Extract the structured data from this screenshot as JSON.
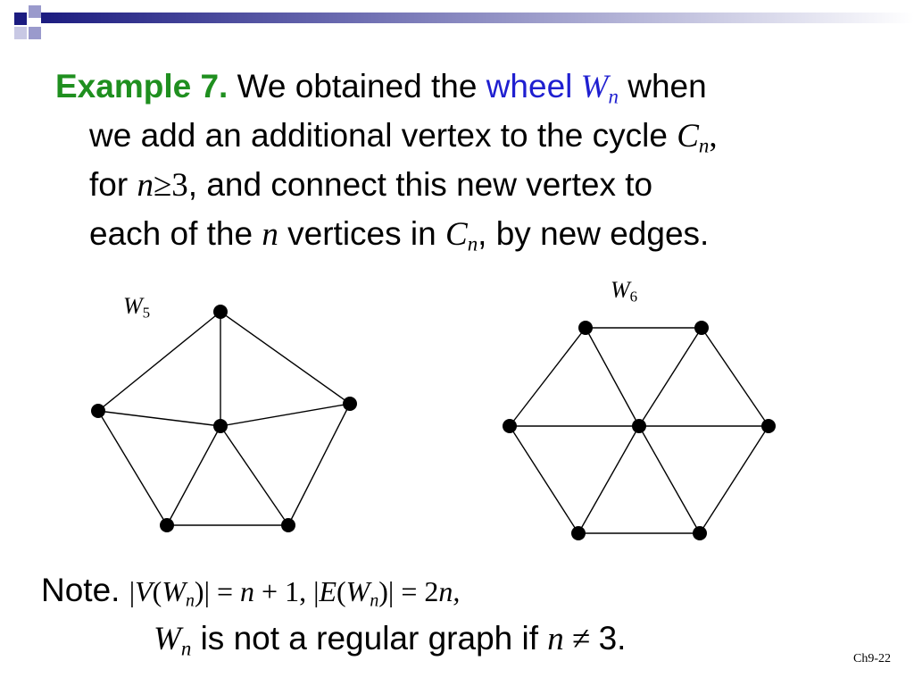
{
  "colors": {
    "green": "#1f8f1f",
    "blue": "#1f1fd0",
    "deco_dark": "#1c1c80",
    "deco_light": "#9a9acc"
  },
  "paragraph": {
    "example_label": "Example 7.",
    "t1": "We obtained the",
    "wheel_word": "wheel",
    "W": "W",
    "n": "n",
    "t2": "when",
    "t3": "we add an additional vertex to the cycle",
    "C": "C",
    "comma": ",",
    "t4": "for",
    "geq3": "≥3",
    "t5": ", and connect this new vertex to",
    "t6": "each of the",
    "t7": "vertices in",
    "t8": ", by new edges."
  },
  "graphs": {
    "w5_label_base": "W",
    "w5_label_sub": "5",
    "w6_label_base": "W",
    "w6_label_sub": "6"
  },
  "note": {
    "label": "Note.",
    "bar1": "|",
    "V": "V",
    "open": "(",
    "W": "W",
    "n": "n",
    "close": ")",
    "bar2": "| =",
    "n_plus_1": "n",
    "plus1": " + 1, |",
    "E": "E",
    "eq2n": "| = 2",
    "n_end": "n,",
    "line2_W": "W",
    "line2_n": "n",
    "line2_text": " is not a regular graph if ",
    "line2_n2": "n",
    "neq": " ≠ ",
    "three": "3."
  },
  "footer": "Ch9-22"
}
